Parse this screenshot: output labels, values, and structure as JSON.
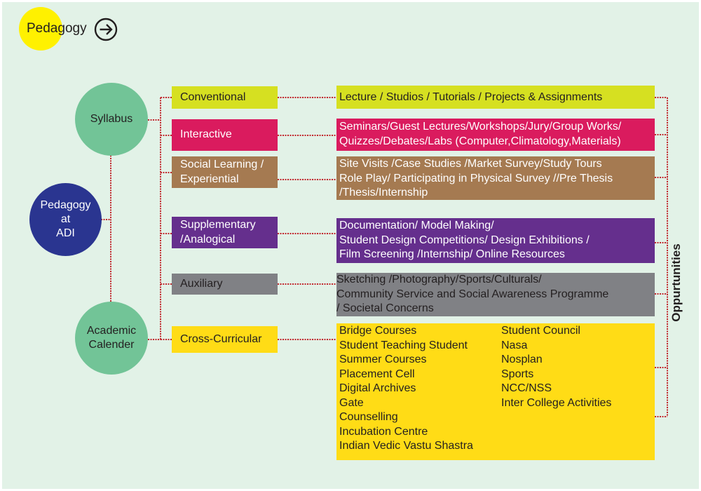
{
  "header": {
    "title": "Pedagogy",
    "arrow_icon": "arrow-right-circle-icon"
  },
  "colors": {
    "background": "#e2f2e7",
    "header_dot": "#fff100",
    "node_green": "#72c497",
    "node_blue": "#2a3590",
    "connector": "#c1272d",
    "conventional": "#d6e021",
    "interactive": "#da1b5e",
    "social": "#a57a51",
    "supplementary": "#652f8d",
    "auxiliary": "#808185",
    "cross_curricular": "#ffdc16"
  },
  "nodes": {
    "root": [
      "Pedagogy",
      "at",
      "ADI"
    ],
    "syllabus": [
      "Syllabus"
    ],
    "academic": [
      "Academic",
      "Calender"
    ]
  },
  "categories": [
    {
      "label": [
        "Conventional"
      ],
      "details": [
        "Lecture / Studios /  Tutorials / Projects & Assignments"
      ]
    },
    {
      "label": [
        "Interactive"
      ],
      "details": [
        "Seminars/Guest Lectures/Workshops/Jury/Group Works/",
        "Quizzes/Debates/Labs (Computer,Climatology,Materials)"
      ]
    },
    {
      "label": [
        "Social Learning /",
        "Experiential"
      ],
      "details": [
        "Site Visits /Case Studies /Market Survey/Study Tours",
        "Role Play/ Participating in Physical Survey //Pre Thesis",
        "/Thesis/Internship"
      ]
    },
    {
      "label": [
        "Supplementary",
        "/Analogical"
      ],
      "details": [
        "Documentation/ Model Making/",
        "Student Design Competitions/ Design Exhibitions /",
        "Film Screening /Internship/ Online Resources"
      ]
    },
    {
      "label": [
        "Auxiliary"
      ],
      "details": [
        "Sketching /Photography/Sports/Culturals/",
        "Community Service and Social Awareness Programme",
        "/ Societal Concerns"
      ]
    },
    {
      "label": [
        "Cross-Curricular"
      ],
      "details_col1": [
        "Bridge Courses",
        "Student Teaching Student",
        "Summer Courses",
        "Placement Cell",
        "Digital Archives",
        "Gate",
        "Counselling",
        "Incubation Centre",
        "Indian Vedic Vastu Shastra"
      ],
      "details_col2": [
        "Student Council",
        "Nasa",
        "Nosplan",
        "Sports",
        "NCC/NSS",
        "Inter College Activities"
      ]
    }
  ],
  "side_label": "Oppurtunities"
}
